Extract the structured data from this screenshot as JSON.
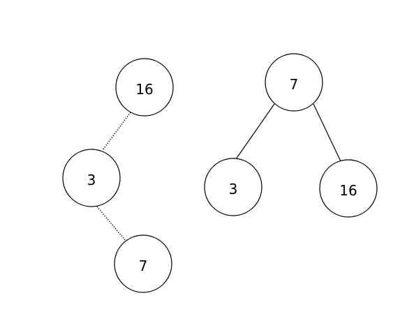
{
  "left_tree": {
    "nodes": {
      "top": "16",
      "middle": "3",
      "bottom": "7"
    }
  },
  "right_tree": {
    "nodes": {
      "root": "7",
      "left": "3",
      "right": "16"
    }
  },
  "colors": {
    "stroke": "#000000",
    "fill": "#ffffff",
    "background": "#ffffff"
  }
}
